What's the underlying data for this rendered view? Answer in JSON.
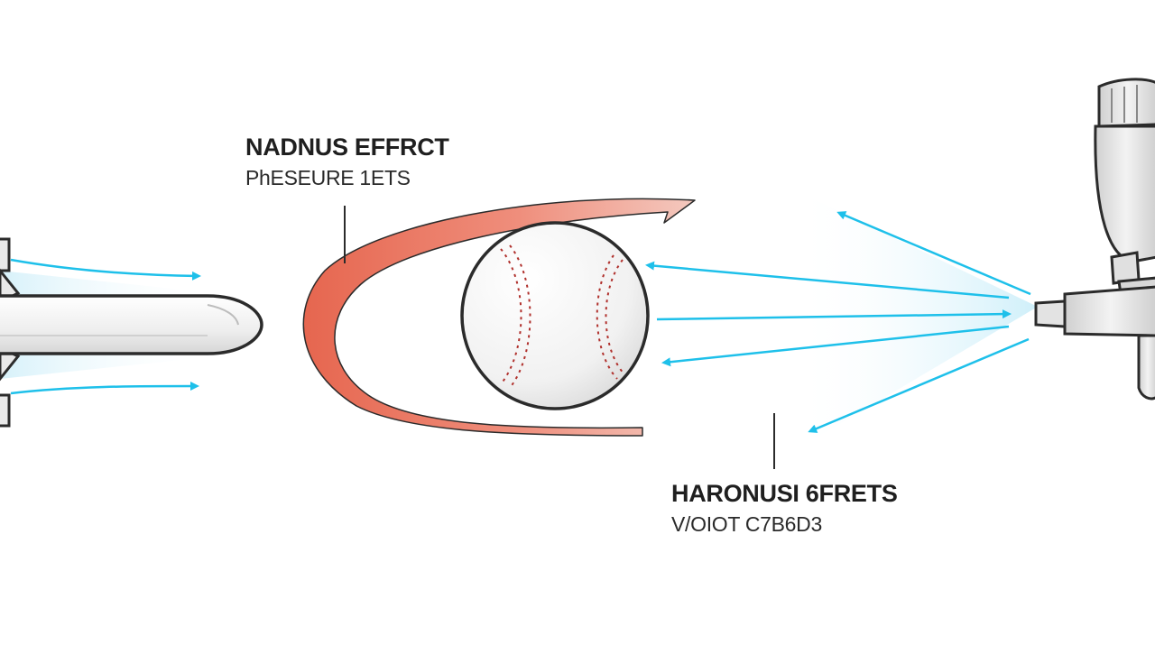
{
  "labels": {
    "top": {
      "title": "NADNUS EFFRCT",
      "subtitle": "PhESEURE 1ETS"
    },
    "bottom": {
      "title": "HARONUSI 6FRETS",
      "subtitle": "V/OIOT C7B6D3"
    }
  },
  "colors": {
    "airflow": "#1ec0ea",
    "curve": "#e2705f",
    "stitch": "#b0302c",
    "outline": "#2b2b2b"
  },
  "icons": {
    "left_object": "rocket-icon",
    "center_object": "baseball-icon",
    "right_object": "spray-gun-icon"
  }
}
